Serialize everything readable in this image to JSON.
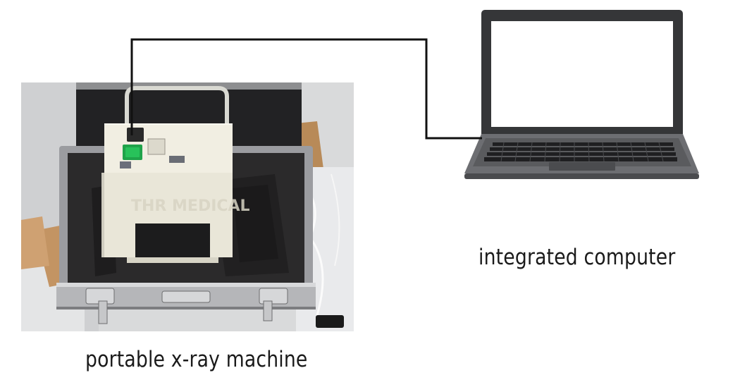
{
  "labels": {
    "machine": "portable x-ray machine",
    "computer": "integrated computer"
  },
  "photo": {
    "watermark": "THR MEDICAL"
  },
  "colors": {
    "cable": "#111111",
    "foam": "#2b2a2b",
    "device_body": "#ece9dc",
    "power_button": "#1fa34a",
    "laptop_body": "#3a3b3d",
    "laptop_screen": "#ffffff"
  },
  "icons": [
    "portable-xray-machine-photo",
    "laptop-icon",
    "connection-cable"
  ]
}
